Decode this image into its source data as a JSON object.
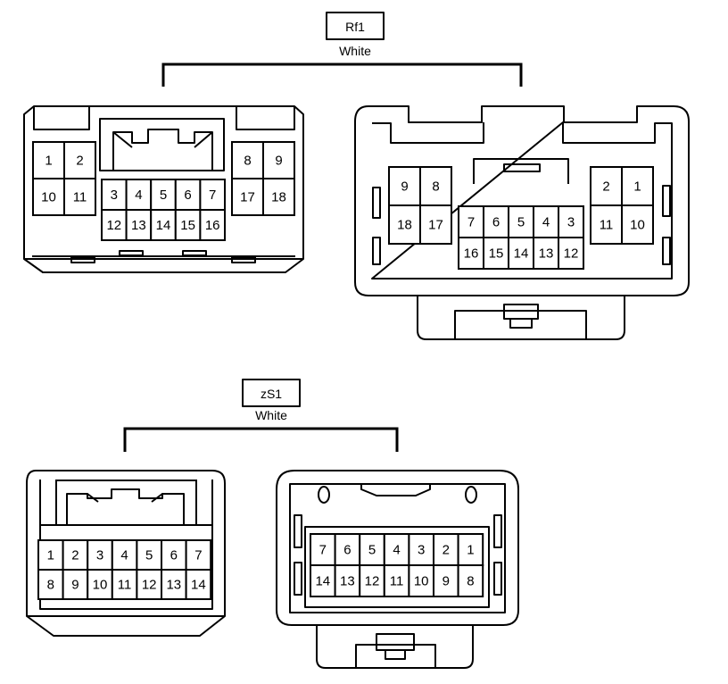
{
  "connectors": [
    {
      "id": "Rf1",
      "color": "White",
      "left_view": {
        "top_left": [
          [
            "1",
            "2"
          ],
          [
            "10",
            "11"
          ]
        ],
        "top_right": [
          [
            "8",
            "9"
          ],
          [
            "17",
            "18"
          ]
        ],
        "center": [
          [
            "3",
            "4",
            "5",
            "6",
            "7"
          ],
          [
            "12",
            "13",
            "14",
            "15",
            "16"
          ]
        ]
      },
      "right_view": {
        "top_left": [
          [
            "9",
            "8"
          ],
          [
            "18",
            "17"
          ]
        ],
        "top_right": [
          [
            "2",
            "1"
          ],
          [
            "11",
            "10"
          ]
        ],
        "center": [
          [
            "7",
            "6",
            "5",
            "4",
            "3"
          ],
          [
            "16",
            "15",
            "14",
            "13",
            "12"
          ]
        ]
      }
    },
    {
      "id": "zS1",
      "color": "White",
      "left_view": {
        "center": [
          [
            "1",
            "2",
            "3",
            "4",
            "5",
            "6",
            "7"
          ],
          [
            "8",
            "9",
            "10",
            "11",
            "12",
            "13",
            "14"
          ]
        ]
      },
      "right_view": {
        "center": [
          [
            "7",
            "6",
            "5",
            "4",
            "3",
            "2",
            "1"
          ],
          [
            "14",
            "13",
            "12",
            "11",
            "10",
            "9",
            "8"
          ]
        ]
      }
    }
  ]
}
